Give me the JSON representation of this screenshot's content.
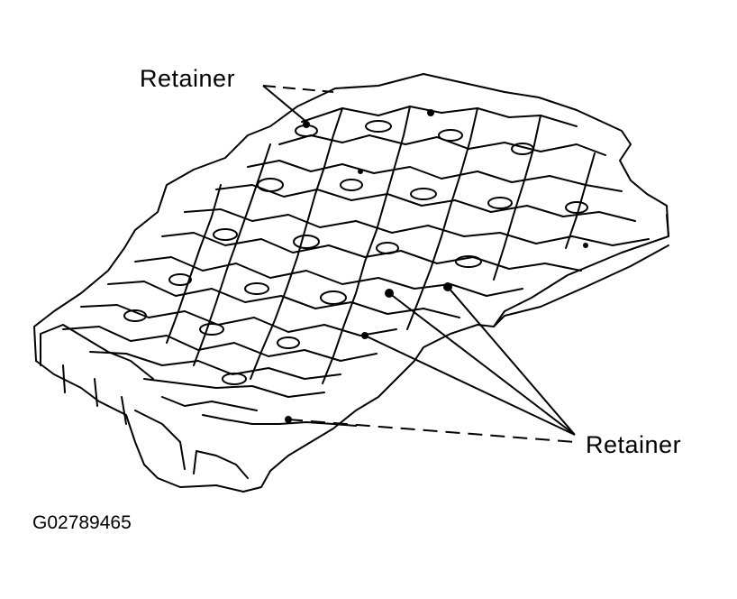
{
  "callouts": {
    "top_label": "Retainer",
    "right_label": "Retainer"
  },
  "figure_id": "G02789465",
  "colors": {
    "ink": "#000000",
    "paper": "#ffffff"
  }
}
